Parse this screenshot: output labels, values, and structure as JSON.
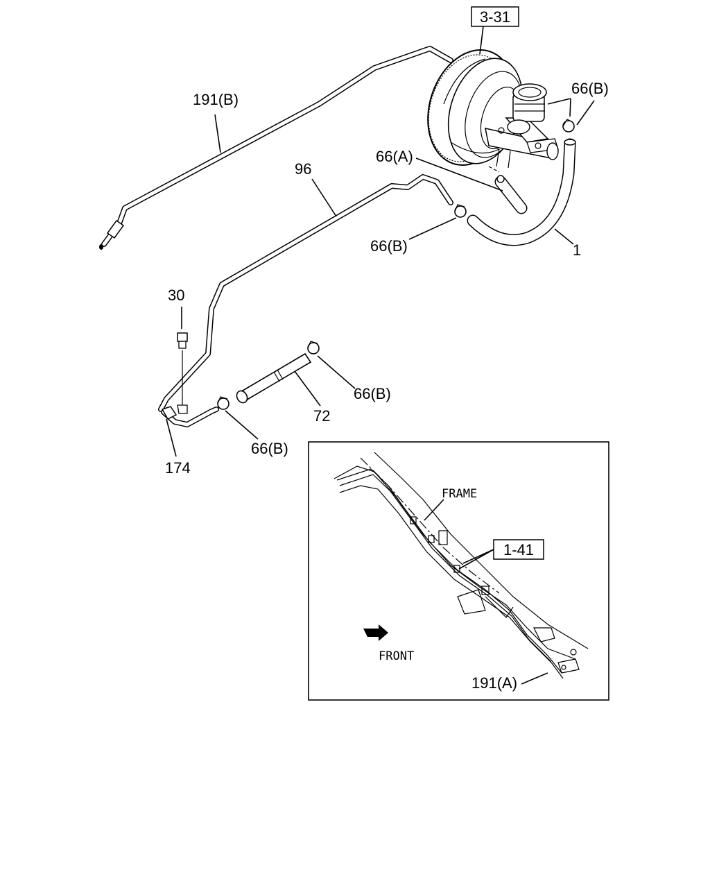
{
  "refs": {
    "booster_ref": "3-31",
    "frame_ref": "1-41"
  },
  "callouts": {
    "pipe_191b": "191(B)",
    "pipe_96": "96",
    "clamp_66a": "66(A)",
    "clamp_66b_top": "66(B)",
    "clamp_66b_mid": "66(B)",
    "hose_1": "1",
    "bolt_30": "30",
    "clamp_66b_right": "66(B)",
    "hose_72": "72",
    "clamp_66b_low": "66(B)",
    "clip_174": "174"
  },
  "inset": {
    "frame_label": "FRAME",
    "front_label": "FRONT",
    "pipe_191a": "191(A)"
  }
}
